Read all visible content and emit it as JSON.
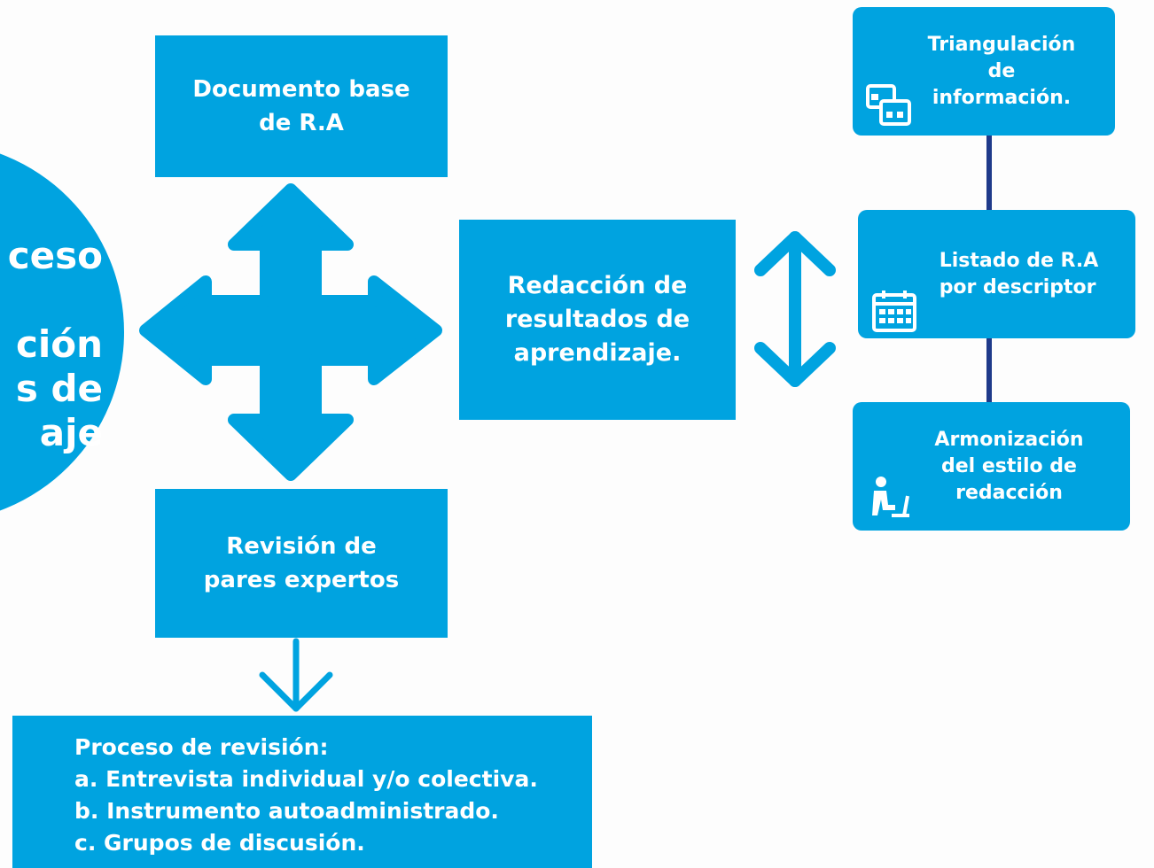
{
  "center_circle": {
    "lines": [
      "ceso",
      "ción",
      "s de",
      "aje"
    ]
  },
  "documento_base": "Documento base\nde R.A",
  "revision_pares": "Revisión de\npares expertos",
  "redaccion": "Redacción de\nresultados de\naprendizaje.",
  "side_steps": {
    "triangulacion": "Triangulación\nde\ninformación.",
    "listado": "Listado de R.A\npor descriptor",
    "armonizacion": "Armonización\ndel estilo de\nredacción"
  },
  "proceso_revision": {
    "title": "Proceso de revisión:",
    "items": [
      "a. Entrevista individual y/o colectiva.",
      "b. Instrumento autoadministrado.",
      "c. Grupos de discusión."
    ]
  },
  "colors": {
    "primary_blue": "#00a3e0",
    "connector_navy": "#1f3a8a",
    "background": "#fdfdfd"
  },
  "icons": [
    "windows-icon",
    "calendar-icon",
    "person-at-desk-icon"
  ]
}
